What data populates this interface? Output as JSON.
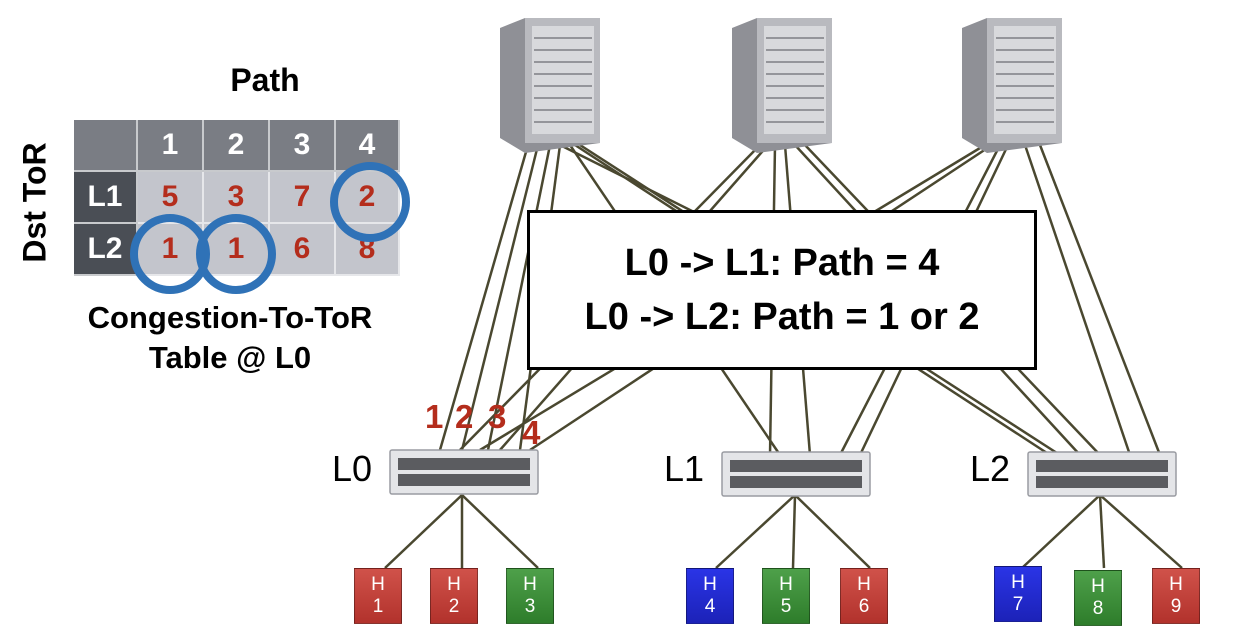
{
  "table": {
    "title": "Path",
    "row_axis_label": "Dst ToR",
    "columns": [
      "1",
      "2",
      "3",
      "4"
    ],
    "rows": [
      {
        "label": "L1",
        "values": [
          "5",
          "3",
          "7",
          "2"
        ]
      },
      {
        "label": "L2",
        "values": [
          "1",
          "1",
          "6",
          "8"
        ]
      }
    ],
    "caption_line1": "Congestion-To-ToR",
    "caption_line2": "Table @ L0",
    "highlight_color": "#2f72b7",
    "value_color": "#b42d1c"
  },
  "info_box": {
    "line1": "L0 -> L1: Path = 4",
    "line2": "L0 -> L2: Path = 1 or 2"
  },
  "port_numbers": [
    "1",
    "2",
    "3",
    "4"
  ],
  "leaf_switches": [
    {
      "label": "L0"
    },
    {
      "label": "L1"
    },
    {
      "label": "L2"
    }
  ],
  "hosts": [
    {
      "line1": "H",
      "line2": "1",
      "color": "red"
    },
    {
      "line1": "H",
      "line2": "2",
      "color": "red"
    },
    {
      "line1": "H",
      "line2": "3",
      "color": "green"
    },
    {
      "line1": "H",
      "line2": "4",
      "color": "blue"
    },
    {
      "line1": "H",
      "line2": "5",
      "color": "green"
    },
    {
      "line1": "H",
      "line2": "6",
      "color": "red"
    },
    {
      "line1": "H",
      "line2": "7",
      "color": "blue"
    },
    {
      "line1": "H",
      "line2": "8",
      "color": "green"
    },
    {
      "line1": "H",
      "line2": "9",
      "color": "red"
    }
  ]
}
